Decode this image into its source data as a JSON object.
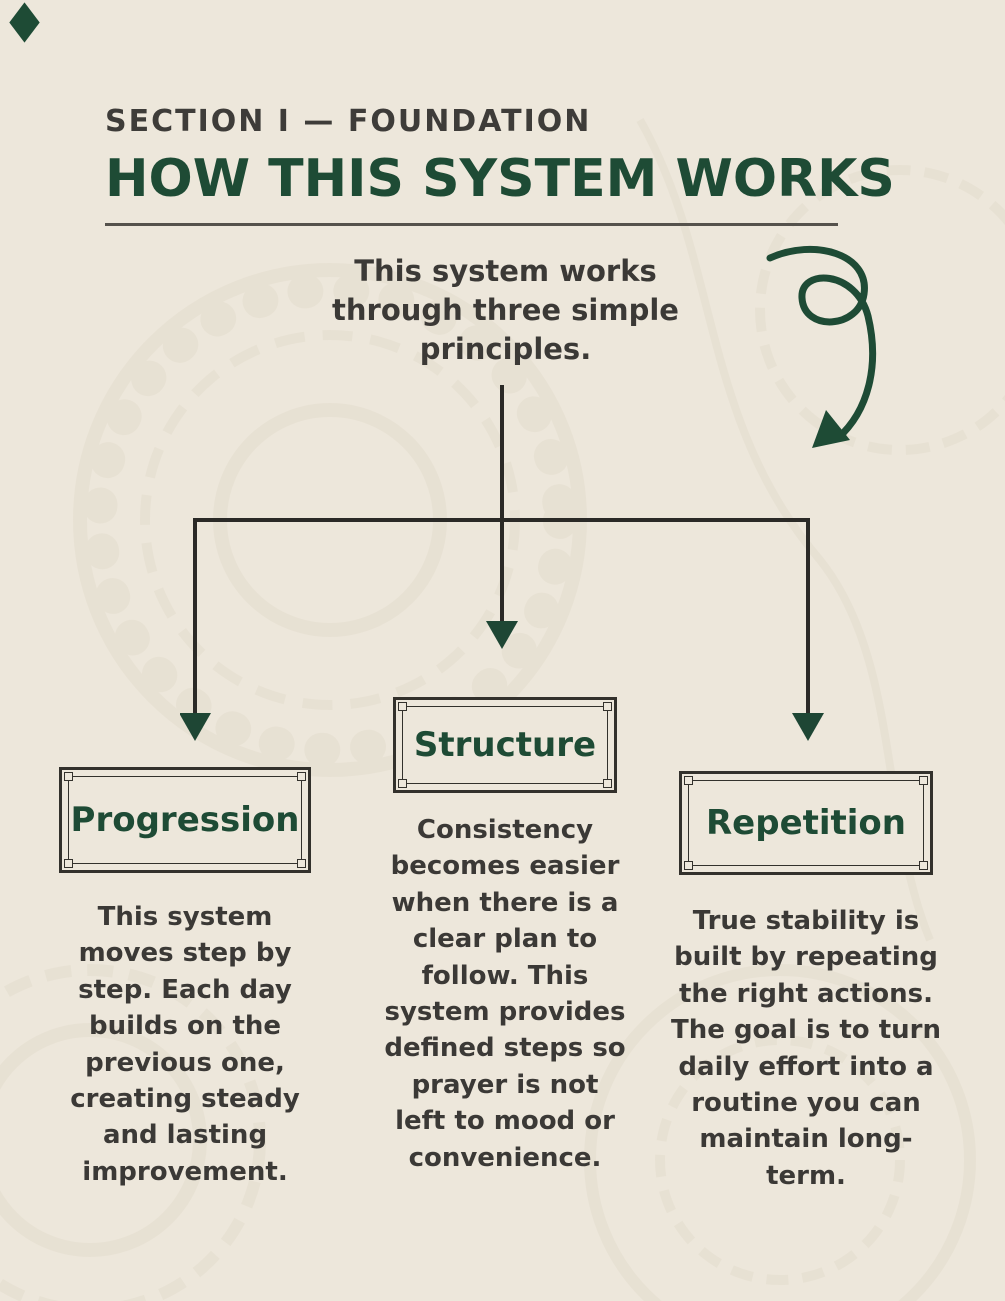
{
  "page": {
    "eyebrow": "SECTION I — FOUNDATION",
    "title": "HOW THIS SYSTEM WORKS",
    "intro": "This system works through three simple principles."
  },
  "principles": [
    {
      "label": "Progression",
      "description": "This system moves step by step. Each day builds on the previous one, creating steady and lasting improvement."
    },
    {
      "label": "Structure",
      "description": "Consistency becomes easier when there is a clear plan to follow. This system provides defined steps so prayer is not left to mood or convenience."
    },
    {
      "label": "Repetition",
      "description": "True stability is built by repeating the right actions. The goal is to turn daily effort into a routine you can maintain long-term."
    }
  ],
  "icons": {
    "curved_arrow": "hand-drawn-curved-arrow",
    "down_arrow": "flowchart-down-arrow",
    "corner_mark": "page-corner-ornament"
  },
  "colors": {
    "background": "#EDE7DB",
    "accent_green": "#1E4B35",
    "text_dark": "#3B3936",
    "line_dark": "#2B2A27"
  }
}
